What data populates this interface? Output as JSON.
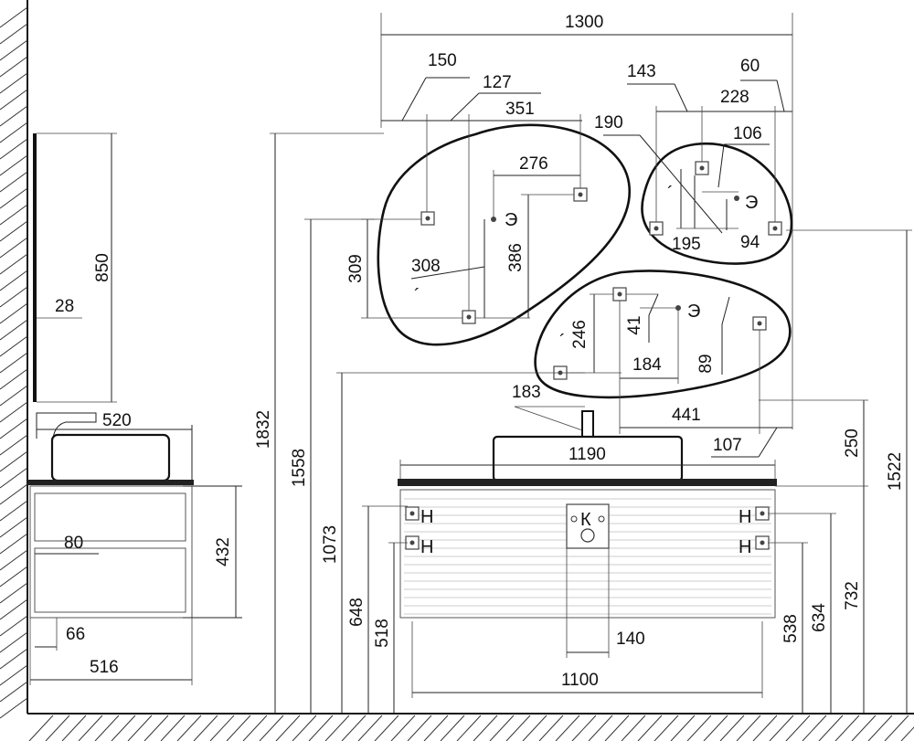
{
  "diagram": {
    "side_view": {
      "mirror_height": "850",
      "mirror_depth": "28",
      "basin_depth": "520",
      "cabinet_height": "432",
      "offset_a": "80",
      "offset_b": "66",
      "cabinet_depth": "516"
    },
    "mirrors": {
      "total_width": "1300",
      "left_offset": "150",
      "left_inner": "127",
      "left_span": "351",
      "left_upper": "276",
      "left_height": "309",
      "left_mid": "308",
      "left_vertical": "386",
      "right_offset": "143",
      "right_edge": "60",
      "right_span": "228",
      "right_curve": "190",
      "right_detail": "106",
      "right_low": "195",
      "right_vertical": "94",
      "lower_height": "246",
      "lower_detail": "41",
      "lower_span": "184",
      "lower_side": "89",
      "lower_width": "441",
      "lower_edge": "107"
    },
    "front_view": {
      "faucet_offset": "183",
      "countertop_width": "1190",
      "countertop_clearance": "250",
      "cabinet_width": "1100",
      "drain_width": "140",
      "height_total_left": "1832",
      "height_mirror_left": "1558",
      "height_cabinet_top": "1073",
      "height_upper_conn": "648",
      "height_lower_conn": "518",
      "height_drain": "538",
      "height_conn_right": "634",
      "height_cabinet_right": "732",
      "height_mirror_right": "1522"
    },
    "symbols": {
      "electric": "Э",
      "hot": "Н",
      "drain": "К",
      "tick": "´"
    }
  }
}
